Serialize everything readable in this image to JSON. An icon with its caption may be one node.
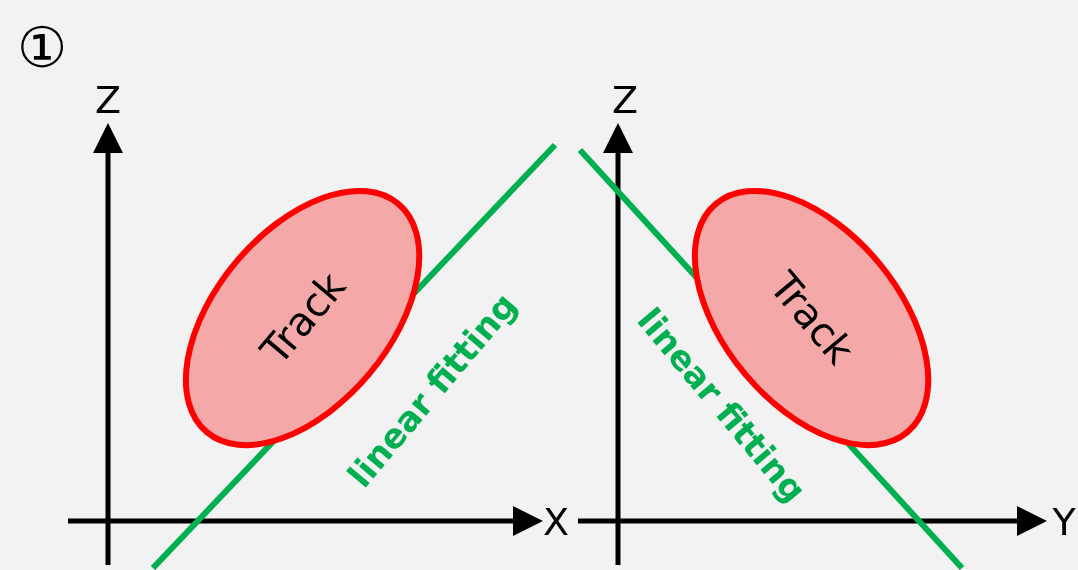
{
  "diagram": {
    "nodes": [
      {
        "text": [
          "Track"
        ]
      },
      {
        "text": [
          "Track"
        ]
      }
    ],
    "labels": [
      "①",
      "Z",
      "Z",
      "linear fitting",
      "linear fitting",
      "X",
      "Y"
    ]
  }
}
